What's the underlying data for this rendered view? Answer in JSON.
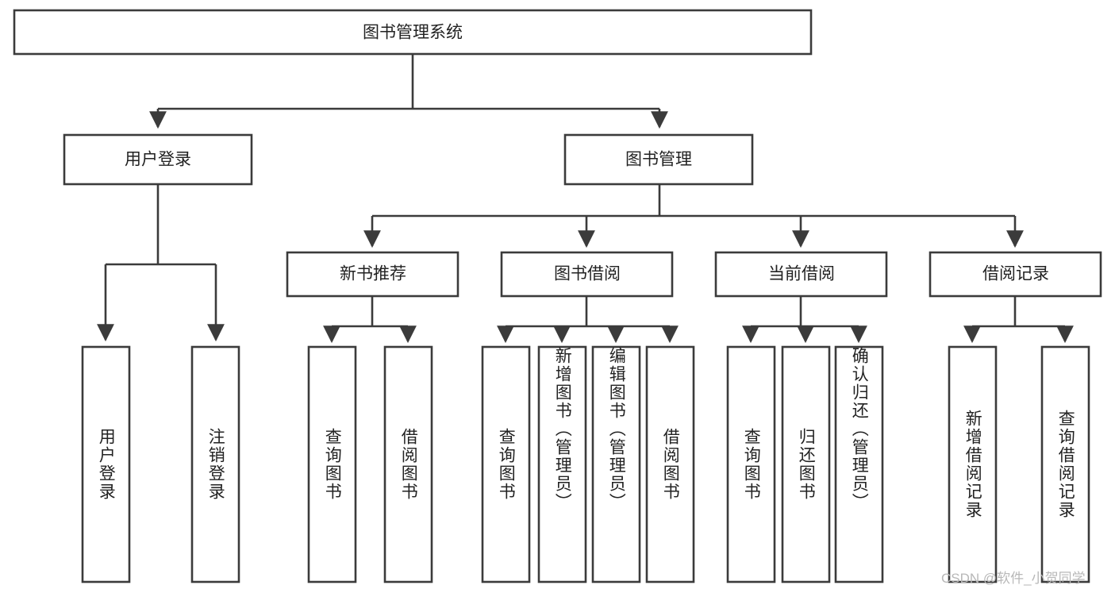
{
  "diagram": {
    "title": "图书管理系统",
    "type": "hierarchy-tree",
    "watermark": "CSDN @软件_小贺同学",
    "colors": {
      "stroke": "#3b3b3b",
      "fill": "#ffffff",
      "text": "#222222",
      "watermark": "#b8b8b8"
    },
    "root": {
      "label": "图书管理系统"
    },
    "level2": [
      {
        "label": "用户登录"
      },
      {
        "label": "图书管理"
      }
    ],
    "level3": [
      {
        "label": "新书推荐"
      },
      {
        "label": "图书借阅"
      },
      {
        "label": "当前借阅"
      },
      {
        "label": "借阅记录"
      }
    ],
    "leaves": {
      "user_login": [
        {
          "label": "用户登录"
        },
        {
          "label": "注销登录"
        }
      ],
      "new_book_recommend": [
        {
          "label": "查询图书"
        },
        {
          "label": "借阅图书"
        }
      ],
      "book_borrow": [
        {
          "label": "查询图书"
        },
        {
          "label": "新增图书（管理员）"
        },
        {
          "label": "编辑图书（管理员）"
        },
        {
          "label": "借阅图书"
        }
      ],
      "current_borrow": [
        {
          "label": "查询图书"
        },
        {
          "label": "归还图书"
        },
        {
          "label": "确认归还（管理员）"
        }
      ],
      "borrow_record": [
        {
          "label": "新增借阅记录"
        },
        {
          "label": "查询借阅记录"
        }
      ]
    }
  }
}
